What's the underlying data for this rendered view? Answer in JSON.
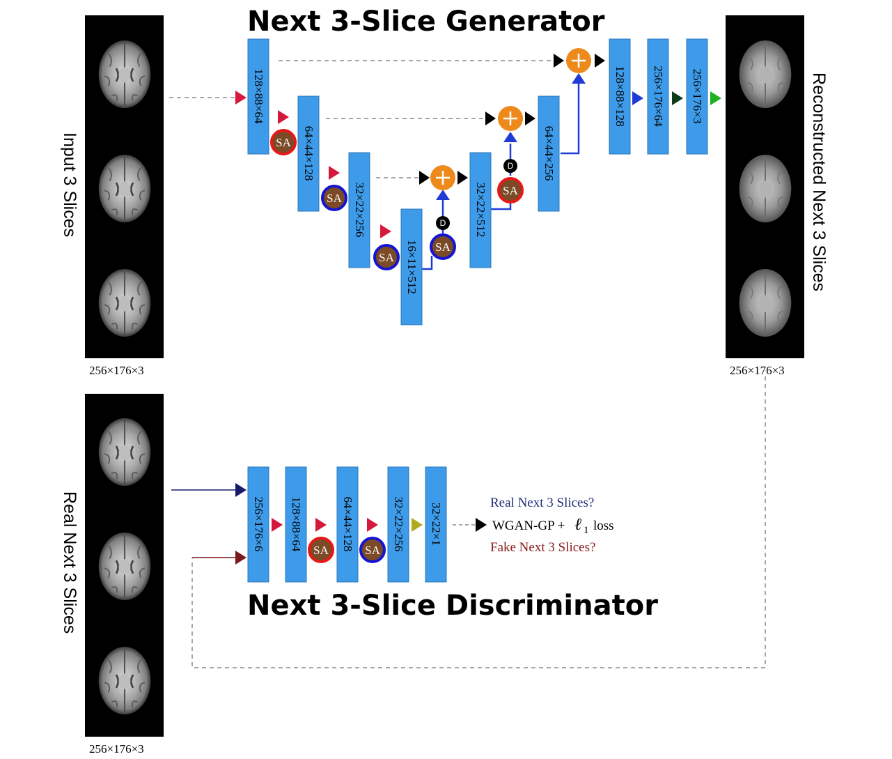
{
  "generator": {
    "title": "Next 3-Slice Generator",
    "input_label": "Input 3 Slices",
    "output_label": "Reconstructed Next 3 Slices",
    "input_dim": "256×176×3",
    "output_dim": "256×176×3",
    "blocks": [
      "128×88×64",
      "64×44×128",
      "32×22×256",
      "16×11×512",
      "32×22×512",
      "64×44×256",
      "128×88×128",
      "256×176×64",
      "256×176×3"
    ]
  },
  "discriminator": {
    "title": "Next 3-Slice Discriminator",
    "input_label": "Real Next 3 Slices",
    "input_dim": "256×176×3",
    "blocks": [
      "256×176×6",
      "128×88×64",
      "64×44×128",
      "32×22×256",
      "32×22×1"
    ],
    "question_real": "Real Next 3 Slices?",
    "question_fake": "Fake Next 3 Slices?",
    "loss_prefix": "WGAN-GP +",
    "loss_symbol": "ℓ",
    "loss_subscript": "1",
    "loss_suffix": "loss"
  },
  "modules": {
    "self_attention": "SA",
    "dropout": "D"
  },
  "colors": {
    "block_fill": "#3d9be9",
    "sa_fill": "#7b4a26",
    "sa_ring_red": "#e81818",
    "sa_ring_blue": "#1414d2",
    "add_fill": "#ee8a1c",
    "arrow_red": "#d4193d",
    "arrow_blue": "#1e3bd6",
    "arrow_dark_green": "#0d3b1c",
    "arrow_green": "#1fb01f",
    "arrow_olive": "#b0aa1e",
    "arrow_navy": "#1a1a6b",
    "arrow_maroon": "#7a1a1a"
  },
  "icons": [
    "brain-mri-slice",
    "self-attention-module",
    "dropout-module",
    "addition-icon",
    "direction-arrow"
  ]
}
